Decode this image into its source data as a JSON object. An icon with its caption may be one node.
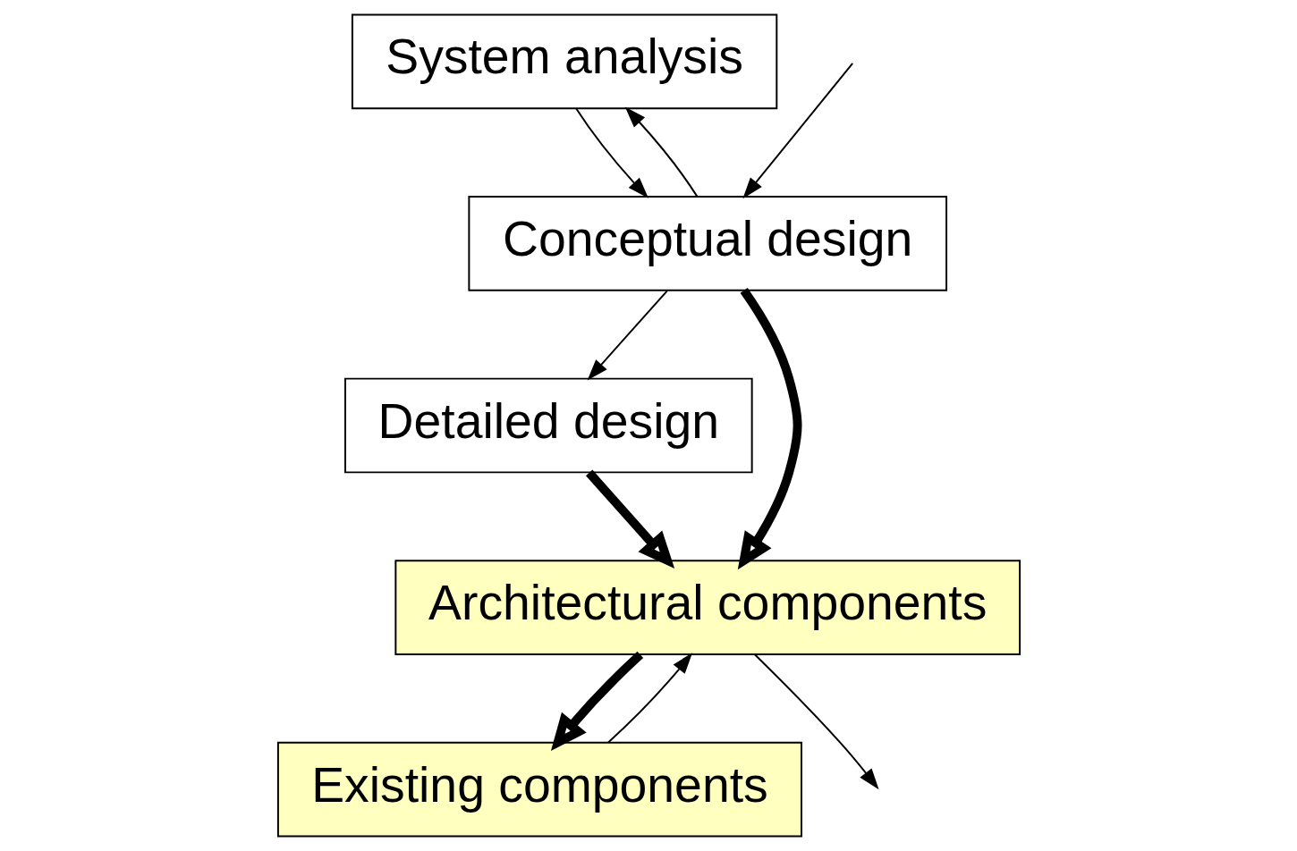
{
  "diagram": {
    "nodes": [
      {
        "text": [
          "System analysis"
        ]
      },
      {
        "text": [
          "Conceptual design"
        ]
      },
      {
        "text": [
          "Detailed design"
        ]
      },
      {
        "text": [
          "Architectural components"
        ]
      },
      {
        "text": [
          "Existing components"
        ]
      }
    ],
    "edges": [
      {
        "from": 0,
        "to": 1,
        "arrow": "to"
      },
      {
        "from": 1,
        "to": 2,
        "arrow": "to"
      },
      {
        "from": 1,
        "to": 3,
        "arrow": "to",
        "style": "thick"
      },
      {
        "from": 2,
        "to": 3,
        "arrow": "to",
        "style": "thick"
      },
      {
        "from": 3,
        "to": 4,
        "arrow": "to",
        "style": "thick"
      },
      {
        "from": 1,
        "to": 0,
        "arrow": "to"
      },
      {
        "from": null,
        "to": 1,
        "arrow": "to"
      },
      {
        "from": 3,
        "to": null,
        "arrow": "to"
      },
      {
        "from": 4,
        "to": 3,
        "arrow": "to"
      }
    ]
  }
}
